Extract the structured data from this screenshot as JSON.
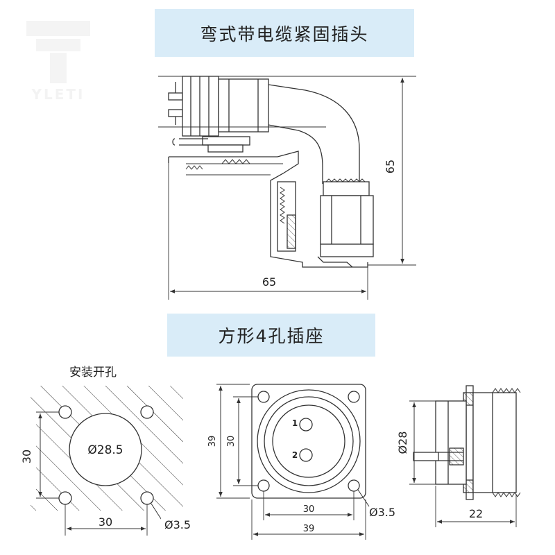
{
  "titles": {
    "top": "弯式带电缆紧固插头",
    "middle": "方形4孔插座"
  },
  "watermark": {
    "text": "YLETI"
  },
  "plug_view": {
    "height_dim": "65",
    "width_dim": "65"
  },
  "cutout_view": {
    "label": "安装开孔",
    "center_hole": "Ø28.5",
    "vertical_spacing": "30",
    "horizontal_spacing": "30",
    "hole_dia": "Ø3.5"
  },
  "front_view": {
    "outer_height": "39",
    "inner_height": "30",
    "inner_width": "30",
    "outer_width": "39",
    "hole_dia": "Ø3.5",
    "pin_1": "1",
    "pin_2": "2"
  },
  "side_view": {
    "diameter": "Ø28",
    "length": "22"
  },
  "colors": {
    "banner": "#d9ecf8",
    "line": "#333333",
    "hatch": "#333333"
  }
}
